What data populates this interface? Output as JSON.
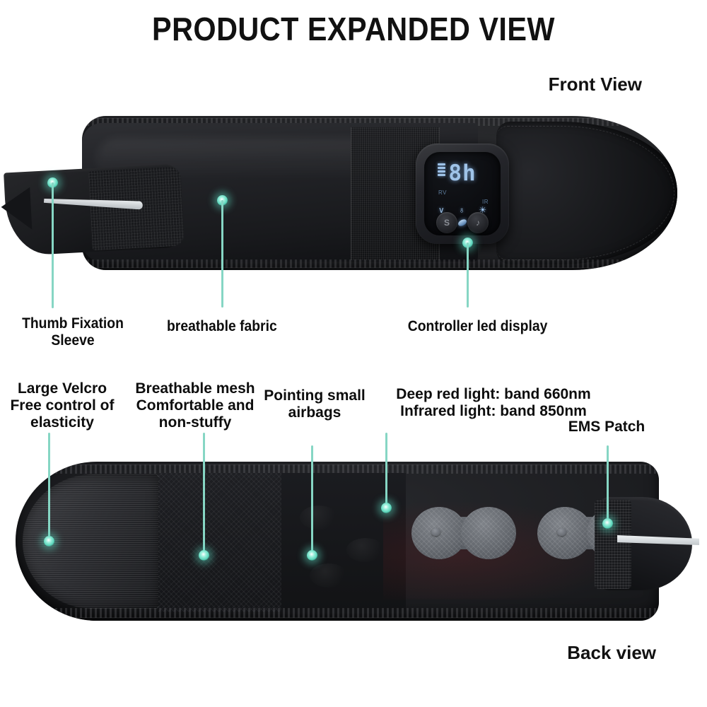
{
  "page": {
    "title": "PRODUCT EXPANDED VIEW",
    "accent_color": "#86d6c4",
    "dot_color": "#5fdec6",
    "background_color": "#ffffff",
    "text_color": "#0d0d0d"
  },
  "views": {
    "front_caption": "Front View",
    "back_caption": "Back view"
  },
  "front_callouts": [
    {
      "name": "thumb-fixation-sleeve",
      "label": "Thumb Fixation\nSleeve"
    },
    {
      "name": "breathable-fabric",
      "label": "breathable fabric"
    },
    {
      "name": "controller-led-display",
      "label": "Controller led display"
    }
  ],
  "back_callouts": [
    {
      "name": "large-velcro",
      "label": "Large Velcro\nFree control of\nelasticity"
    },
    {
      "name": "breathable-mesh",
      "label": "Breathable mesh\nComfortable and\nnon-stuffy"
    },
    {
      "name": "pointing-small-airbags",
      "label": "Pointing small\nairbags"
    },
    {
      "name": "light-bands",
      "label": "Deep red light: band 660nm\nInfrared light: band 850nm"
    },
    {
      "name": "ems-patch",
      "label": "EMS Patch"
    }
  ],
  "controller": {
    "readout": "8h",
    "signal_bars": 4,
    "sub_label_left": "RV",
    "sub_label_right": "IR",
    "icons": [
      {
        "name": "ems-wave-icon",
        "glyph": "∨"
      },
      {
        "name": "heat-thermometer-icon",
        "glyph": "♁"
      },
      {
        "name": "light-sun-icon",
        "glyph": "☀"
      }
    ],
    "indicator_name": "led-indicator-pill",
    "buttons": [
      {
        "name": "start-button",
        "label": "S"
      },
      {
        "name": "mode-button",
        "label": "♪"
      }
    ]
  },
  "product_parts": {
    "front": [
      "belt-main-body",
      "belt-face-panel",
      "velcro-strip",
      "belt-nose",
      "thumb-sleeve",
      "thumb-sleeve-strap"
    ],
    "back": [
      "velcro-loop-panel",
      "breathable-mesh-panel",
      "airbag-panel",
      "ems-patch-left",
      "ems-patch-right",
      "red-light-glow",
      "back-thumb-sleeve",
      "back-sleeve-strap"
    ]
  }
}
